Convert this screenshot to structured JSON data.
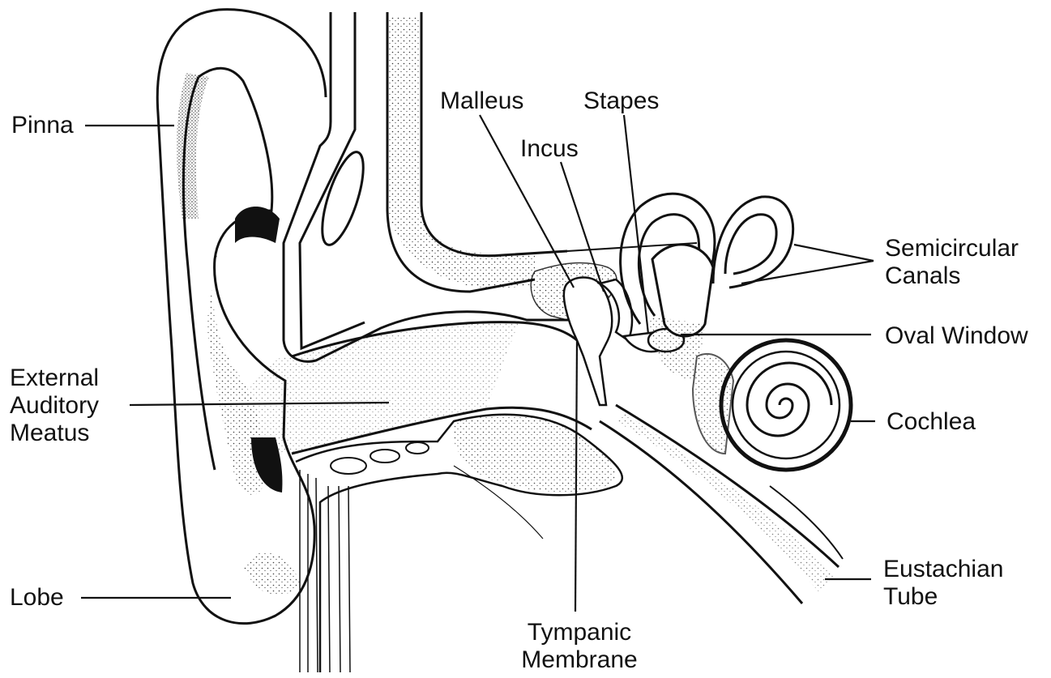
{
  "labels": {
    "pinna": "Pinna",
    "external_auditory_meatus": [
      "External",
      "Auditory",
      "Meatus"
    ],
    "lobe": "Lobe",
    "malleus": "Malleus",
    "incus": "Incus",
    "stapes": "Stapes",
    "semicircular_canals": [
      "Semicircular",
      "Canals"
    ],
    "oval_window": "Oval Window",
    "cochlea": "Cochlea",
    "eustachian_tube": [
      "Eustachian",
      "Tube"
    ],
    "tympanic_membrane": [
      "Tympanic",
      "Membrane"
    ]
  },
  "colors": {
    "ink": "#111111",
    "background": "#ffffff"
  }
}
